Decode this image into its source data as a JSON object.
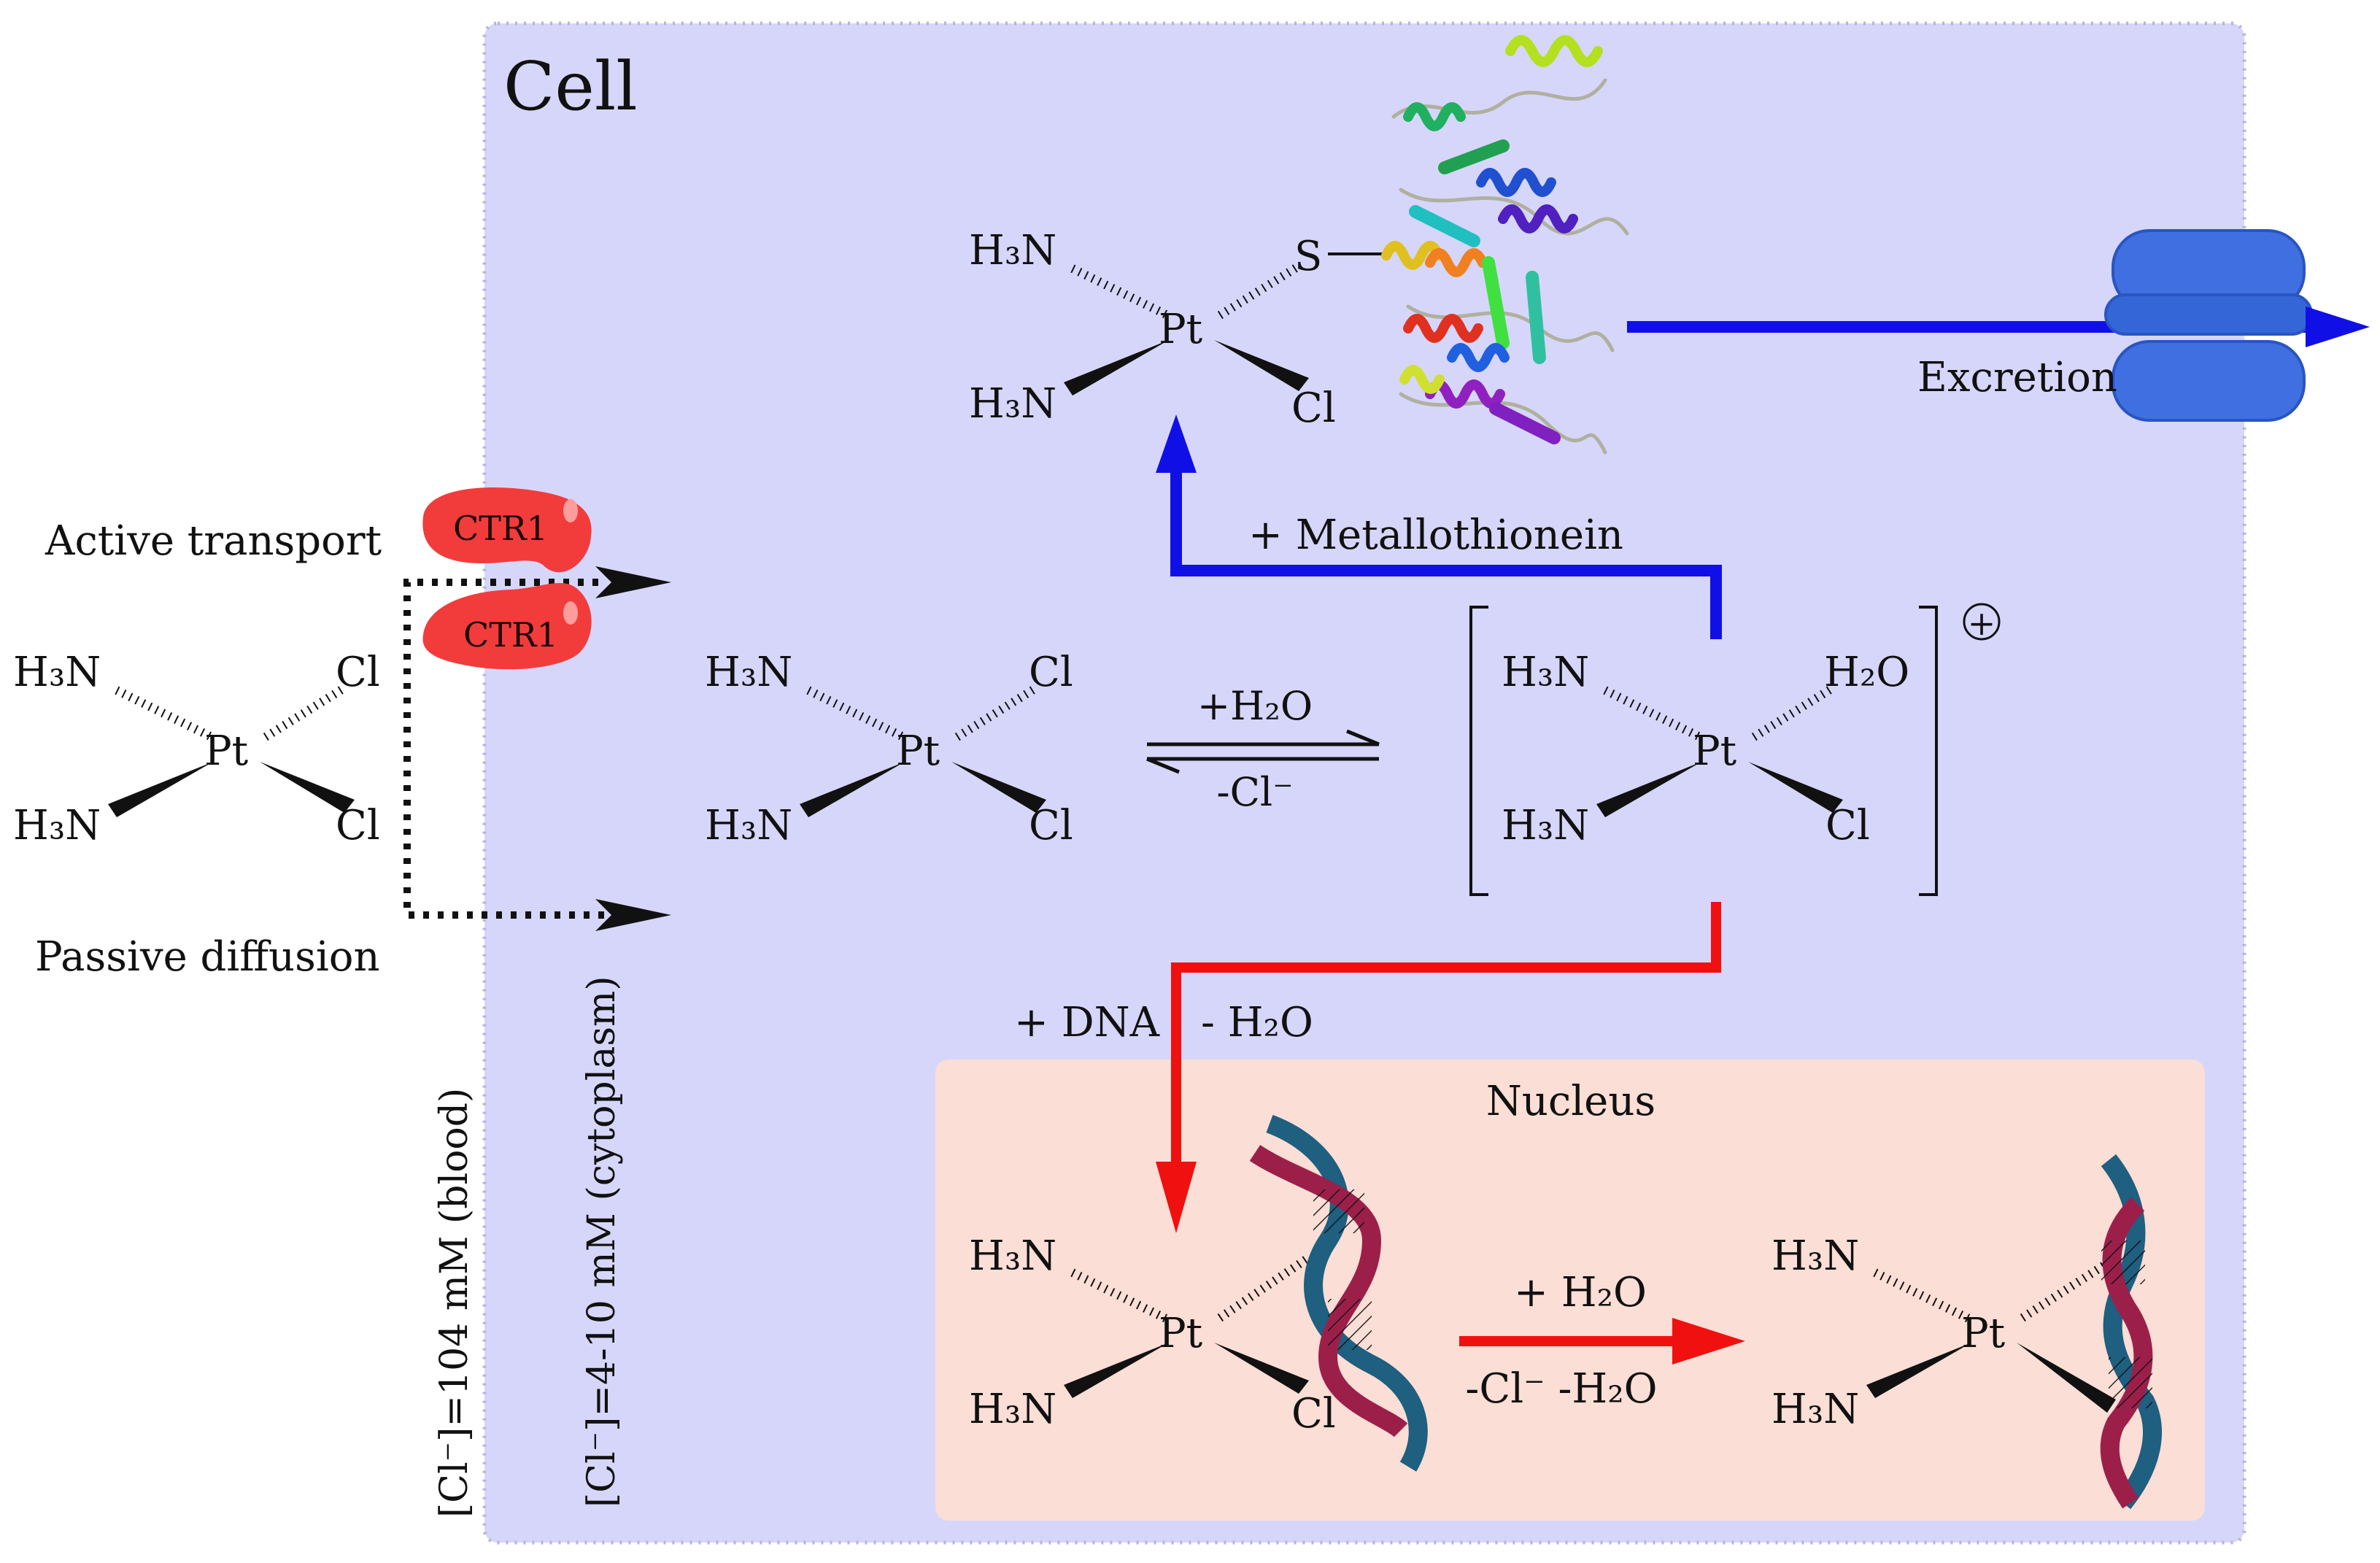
{
  "cell": {
    "label": "Cell"
  },
  "nucleus": {
    "label": "Nucleus"
  },
  "entry": {
    "active_transport": "Active transport",
    "passive_diffusion": "Passive diffusion",
    "transporter": "CTR1",
    "blood_conc": "[Cl⁻]=104 mM (blood)",
    "cytoplasm_conc": "[Cl⁻]=4-10 mM (cytoplasm)"
  },
  "atoms": {
    "amine": "H₃N",
    "platinum": "Pt",
    "chloride": "Cl",
    "water": "H₂O",
    "sulfur": "S"
  },
  "aquation": {
    "forward": "+H₂O",
    "reverse": "-Cl⁻",
    "charge": "+"
  },
  "metallothionein": {
    "label": "+ Metallothionein"
  },
  "excretion": {
    "label": "Excretion"
  },
  "dna_binding": {
    "add_dna": "+ DNA",
    "minus_water": "- H₂O"
  },
  "crosslink": {
    "forward": "+ H₂O",
    "reverse": "-Cl⁻ -H₂O"
  },
  "colors": {
    "cell_fill": "#d6d6fa",
    "nucleus_fill": "#fbded5",
    "metallothionein_path": "#1010e6",
    "dna_path": "#f01010",
    "ctr1": "#f23c3c",
    "pump": "#3f6fe0",
    "dna_strand_a": "#1f5f80",
    "dna_strand_b": "#9c1f4a"
  }
}
